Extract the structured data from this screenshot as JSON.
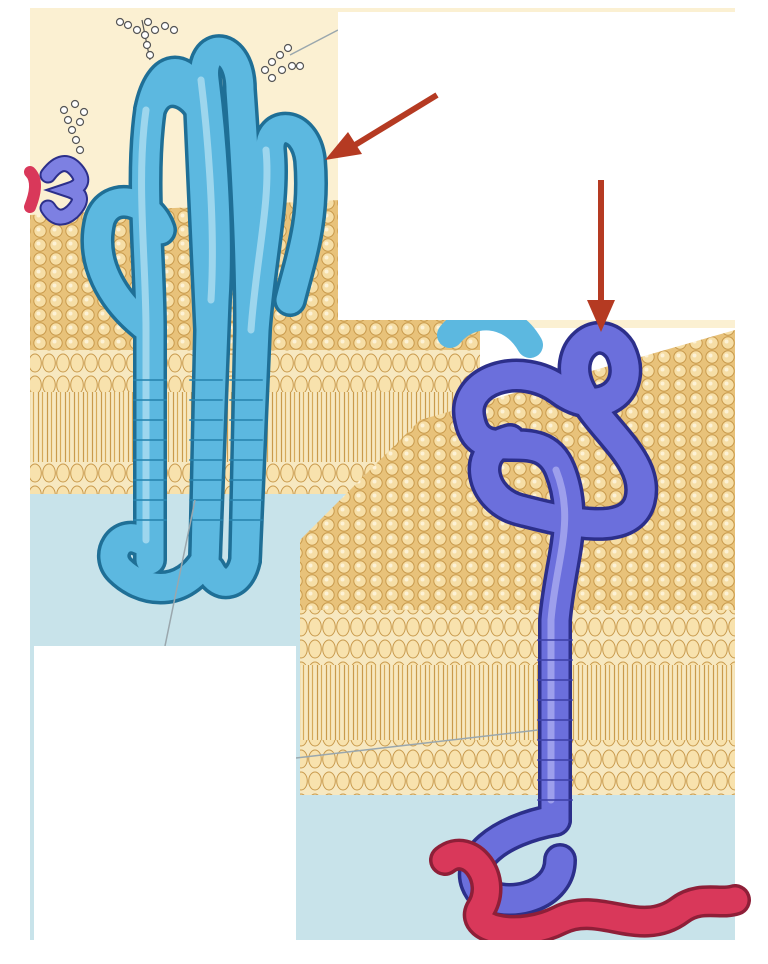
{
  "diagram": {
    "labels": [],
    "colors": {
      "extracellular": "#fbf0d2",
      "cytoplasm": "#c8e3ea",
      "lipid_head": "#f3d9a0",
      "lipid_head_shade": "#d9ae5c",
      "lipid_tail": "#e6c06e",
      "multipass_protein": "#5cb8e0",
      "multipass_protein_outline": "#1f6f96",
      "singlepass_protein": "#6b6fdc",
      "singlepass_protein_outline": "#2c2f8a",
      "cytoskeletal_protein": "#d9385a",
      "pointer_arrow": "#b53a22",
      "leader_line": "#9aa7ad"
    },
    "parts": [
      "multipass-transmembrane-protein",
      "singlepass-transmembrane-protein",
      "glycan-chains",
      "phospholipid-bilayer",
      "cytoskeletal-attachment",
      "pointer-arrows",
      "blank-label-boxes"
    ]
  }
}
